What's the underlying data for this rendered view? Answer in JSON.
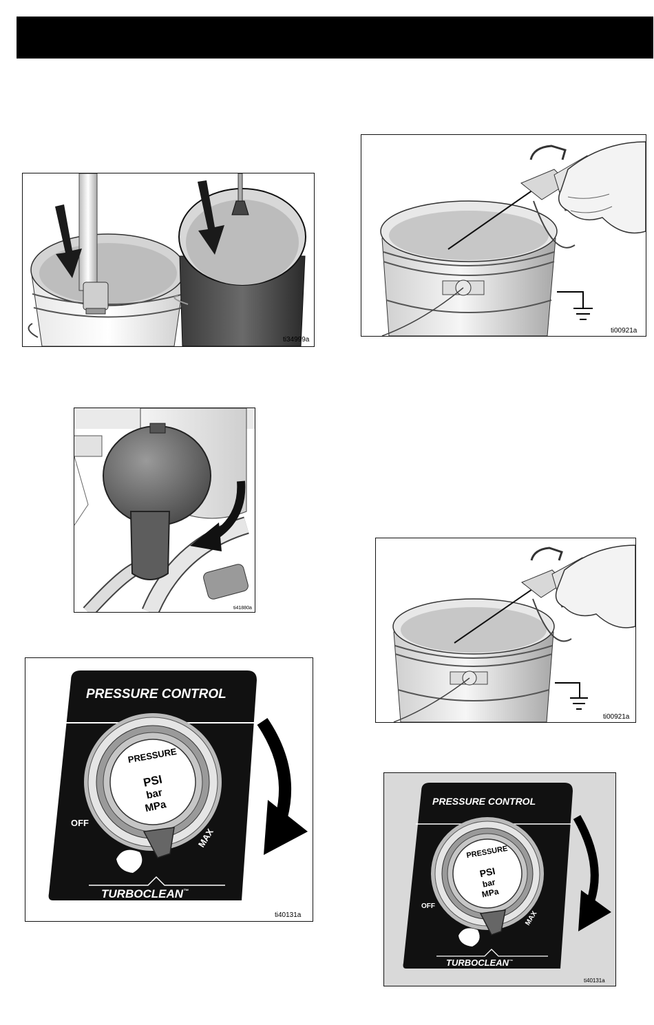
{
  "header": {
    "title": ""
  },
  "figures": {
    "buckets": {
      "id": "ti34999a"
    },
    "prime_valve": {
      "id": "ti41880a"
    },
    "pressure_control_large": {
      "id": "ti40131a",
      "panel_title": "PRESSURE CONTROL",
      "knob_label": "PRESSURE",
      "units": [
        "PSI",
        "bar",
        "MPa"
      ],
      "off_label": "OFF",
      "max_label": "MAX",
      "brand": "TURBOCLEAN",
      "trademark": "™"
    },
    "grounded_pail_top": {
      "id": "ti00921a"
    },
    "grounded_pail_bottom": {
      "id": "ti00921a"
    },
    "pressure_control_small": {
      "id": "ti40131a",
      "panel_title": "PRESSURE CONTROL",
      "knob_label": "PRESSURE",
      "units": [
        "PSI",
        "bar",
        "MPa"
      ],
      "off_label": "OFF",
      "max_label": "MAX",
      "brand": "TURBOCLEAN",
      "trademark": "™"
    }
  }
}
